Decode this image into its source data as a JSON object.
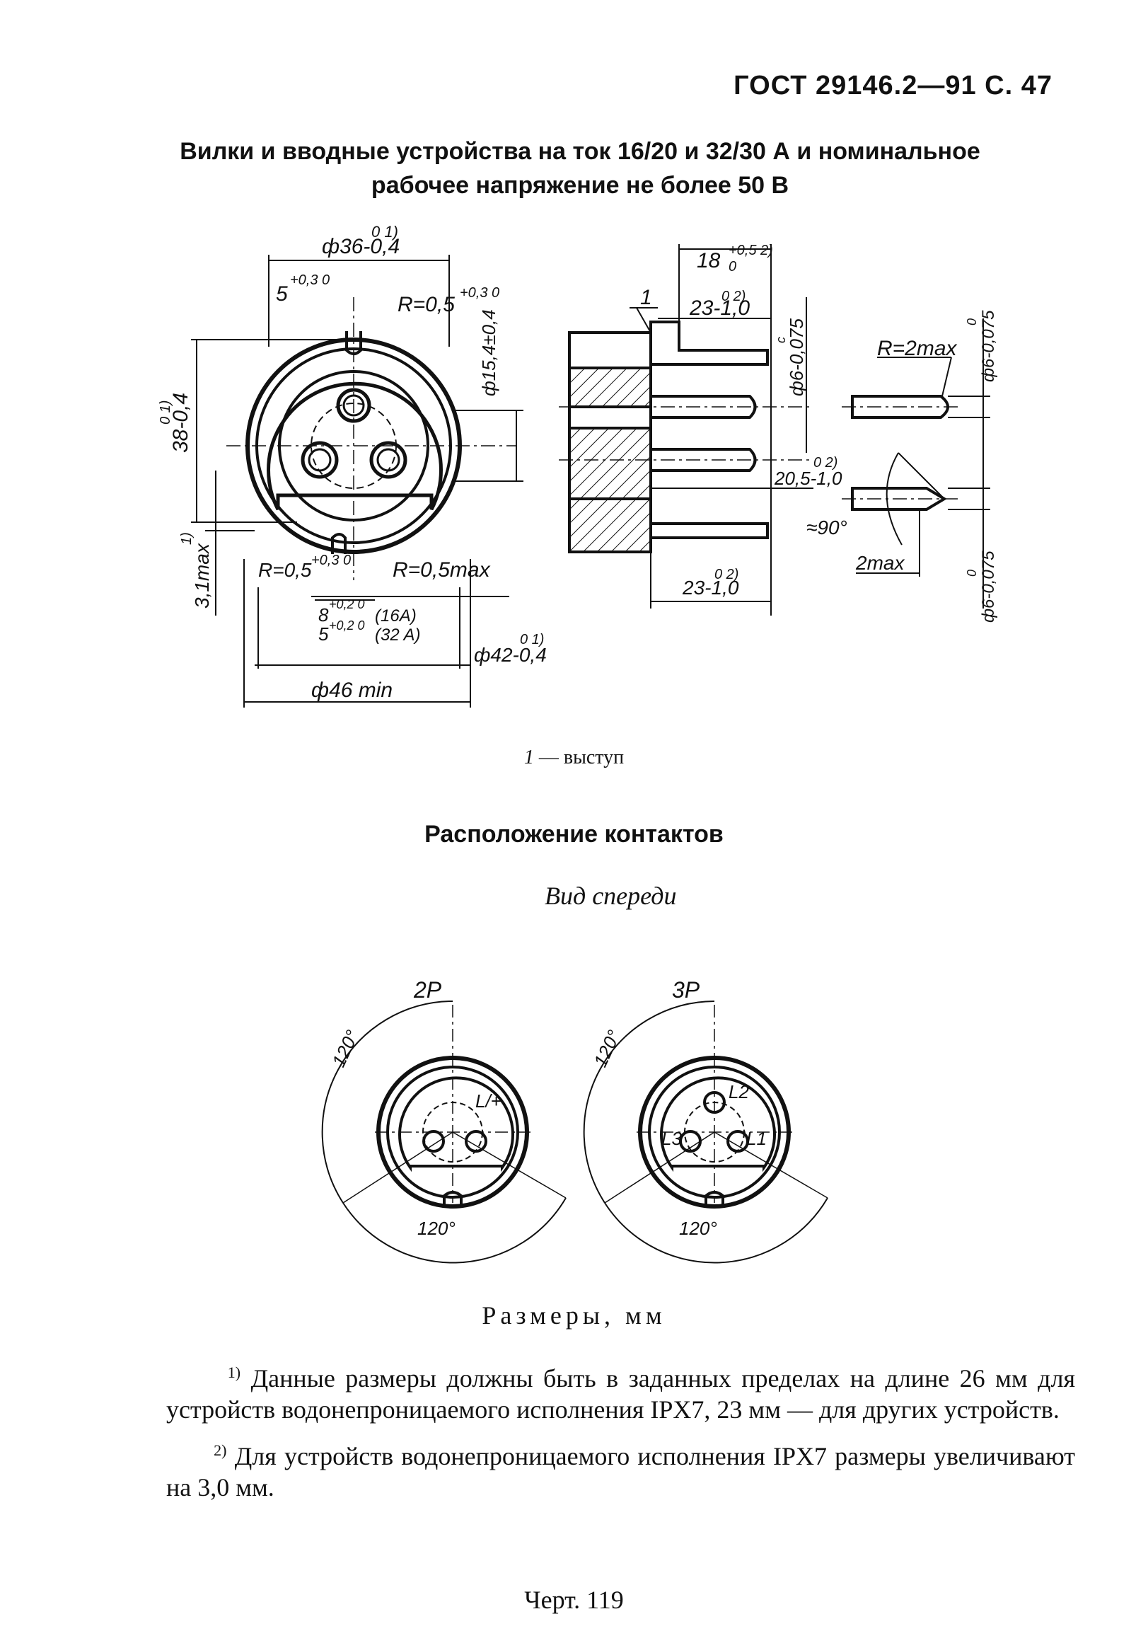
{
  "header": {
    "doc_ref": "ГОСТ 29146.2—91 С. 47"
  },
  "title": {
    "line1": "Вилки и вводные устройства на ток 16/20 и 32/30 А и номинальное",
    "line2": "рабочее напряжение не более 50 В"
  },
  "drawing1": {
    "labels": {
      "d36": "ф36-0,4",
      "d36_tol": "0  1)",
      "w5": "5",
      "w5_tol": "+0,3 0",
      "r05": "R=0,5",
      "r05_tol": "+0,3 0",
      "h38": "38-0,4",
      "h38_tol": "0 1)",
      "d154": "ф15,4±0,4",
      "h31": "3,1max",
      "h31_tol": "1)",
      "r05b": "R=0,5",
      "r05b_tol": "+0,3 0",
      "r05max": "R=0,5max",
      "w8": "8",
      "w8_tol": "+0,2 0",
      "w8_note": "(16A)",
      "w5b": "5",
      "w5b_tol": "+0,2 0",
      "w5b_note": "(32 A)",
      "d42": "ф42-0,4",
      "d42_tol": "0  1)",
      "d46": "ф46 min"
    }
  },
  "drawing2": {
    "labels": {
      "callout": "1",
      "w18": "18",
      "w18_tol": "+0,5 2)",
      "w18_tol2": "0",
      "w23a": "23-1,0",
      "w23a_tol": "0 2)",
      "d6a": "ф6-0,075",
      "d6a_tol": "c",
      "w205": "20,5-1,0",
      "w205_tol": "0 2)",
      "w23b": "23-1,0",
      "w23b_tol": "0  2)"
    }
  },
  "drawing3": {
    "labels": {
      "r2": "R=2max",
      "d6b": "ф6-0,075",
      "d6b_tol": "0",
      "ang90": "≈90°",
      "w2": "2max",
      "d6c": "ф6-0,075",
      "d6c_tol": "0"
    }
  },
  "legend": {
    "num": "1",
    "text": "— выступ"
  },
  "section": {
    "title": "Расположение контактов",
    "view": "Вид спереди"
  },
  "contacts": {
    "left": {
      "label": "2P",
      "angle_top": "120°",
      "angle_bottom": "120°",
      "pin": "L/+"
    },
    "right": {
      "label": "3P",
      "angle_top": "120°",
      "angle_bottom": "120°",
      "pin_top": "L2",
      "pin_left": "L3",
      "pin_right": "L1"
    }
  },
  "dimensions_note": "Размеры, мм",
  "footnotes": [
    {
      "mark": "1)",
      "text": "Данные размеры должны быть в заданных пределах на длине 26 мм для устройств водонепроницаемого исполнения IPX7, 23 мм — для других устройств."
    },
    {
      "mark": "2)",
      "text": "Для устройств водонепроницаемого исполнения IPX7 размеры увеличивают на 3,0 мм."
    }
  ],
  "figure_caption": "Черт. 119"
}
